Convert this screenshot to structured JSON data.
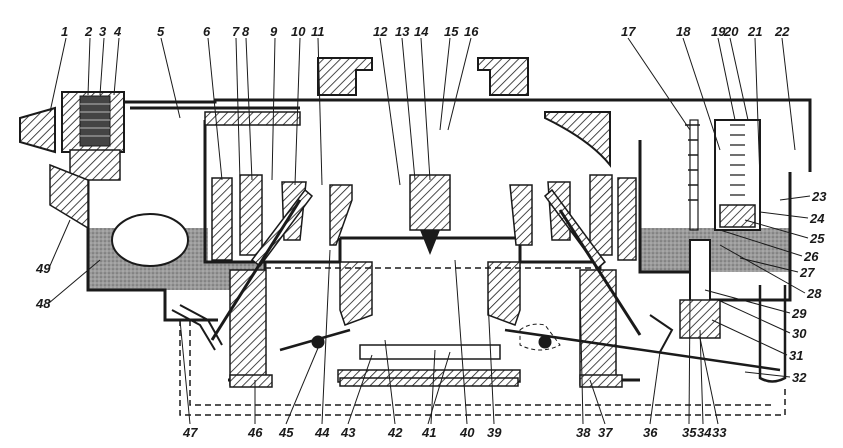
{
  "diagram": {
    "type": "carburetor-cross-section",
    "ink_color": "#1a1a1a",
    "fuel_color": "#8c8c8c",
    "callouts_top": [
      "1",
      "2",
      "3",
      "4",
      "5",
      "6",
      "7",
      "8",
      "9",
      "10",
      "11",
      "12",
      "13",
      "14",
      "15",
      "16",
      "17",
      "18",
      "19",
      "20",
      "21",
      "22"
    ],
    "callouts_right": [
      "23",
      "24",
      "25",
      "26",
      "27",
      "28",
      "29",
      "30",
      "31",
      "32"
    ],
    "callouts_bottom": [
      "33",
      "34",
      "35",
      "36",
      "37",
      "38",
      "39",
      "40",
      "41",
      "42",
      "43",
      "44",
      "45",
      "46",
      "47"
    ],
    "callouts_left": [
      "48",
      "49"
    ]
  }
}
